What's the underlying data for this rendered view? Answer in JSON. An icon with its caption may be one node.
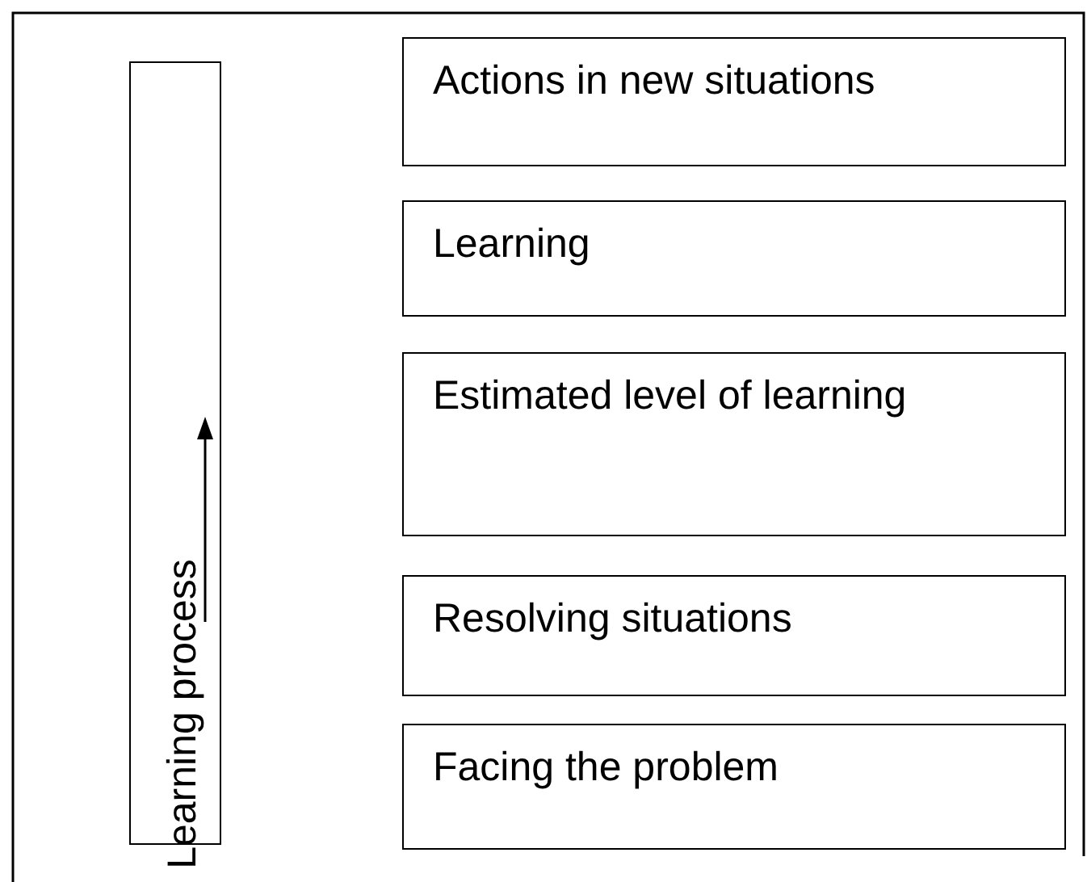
{
  "diagram": {
    "nodes": [
      {
        "text": [
          "Learning process"
        ]
      },
      {
        "text": [
          "Actions in new situations"
        ]
      },
      {
        "text": [
          "Learning"
        ]
      },
      {
        "text": [
          "Estimated level of learning"
        ]
      },
      {
        "text": [
          "Resolving situations"
        ]
      },
      {
        "text": [
          "Facing the problem"
        ]
      }
    ],
    "edges": []
  }
}
